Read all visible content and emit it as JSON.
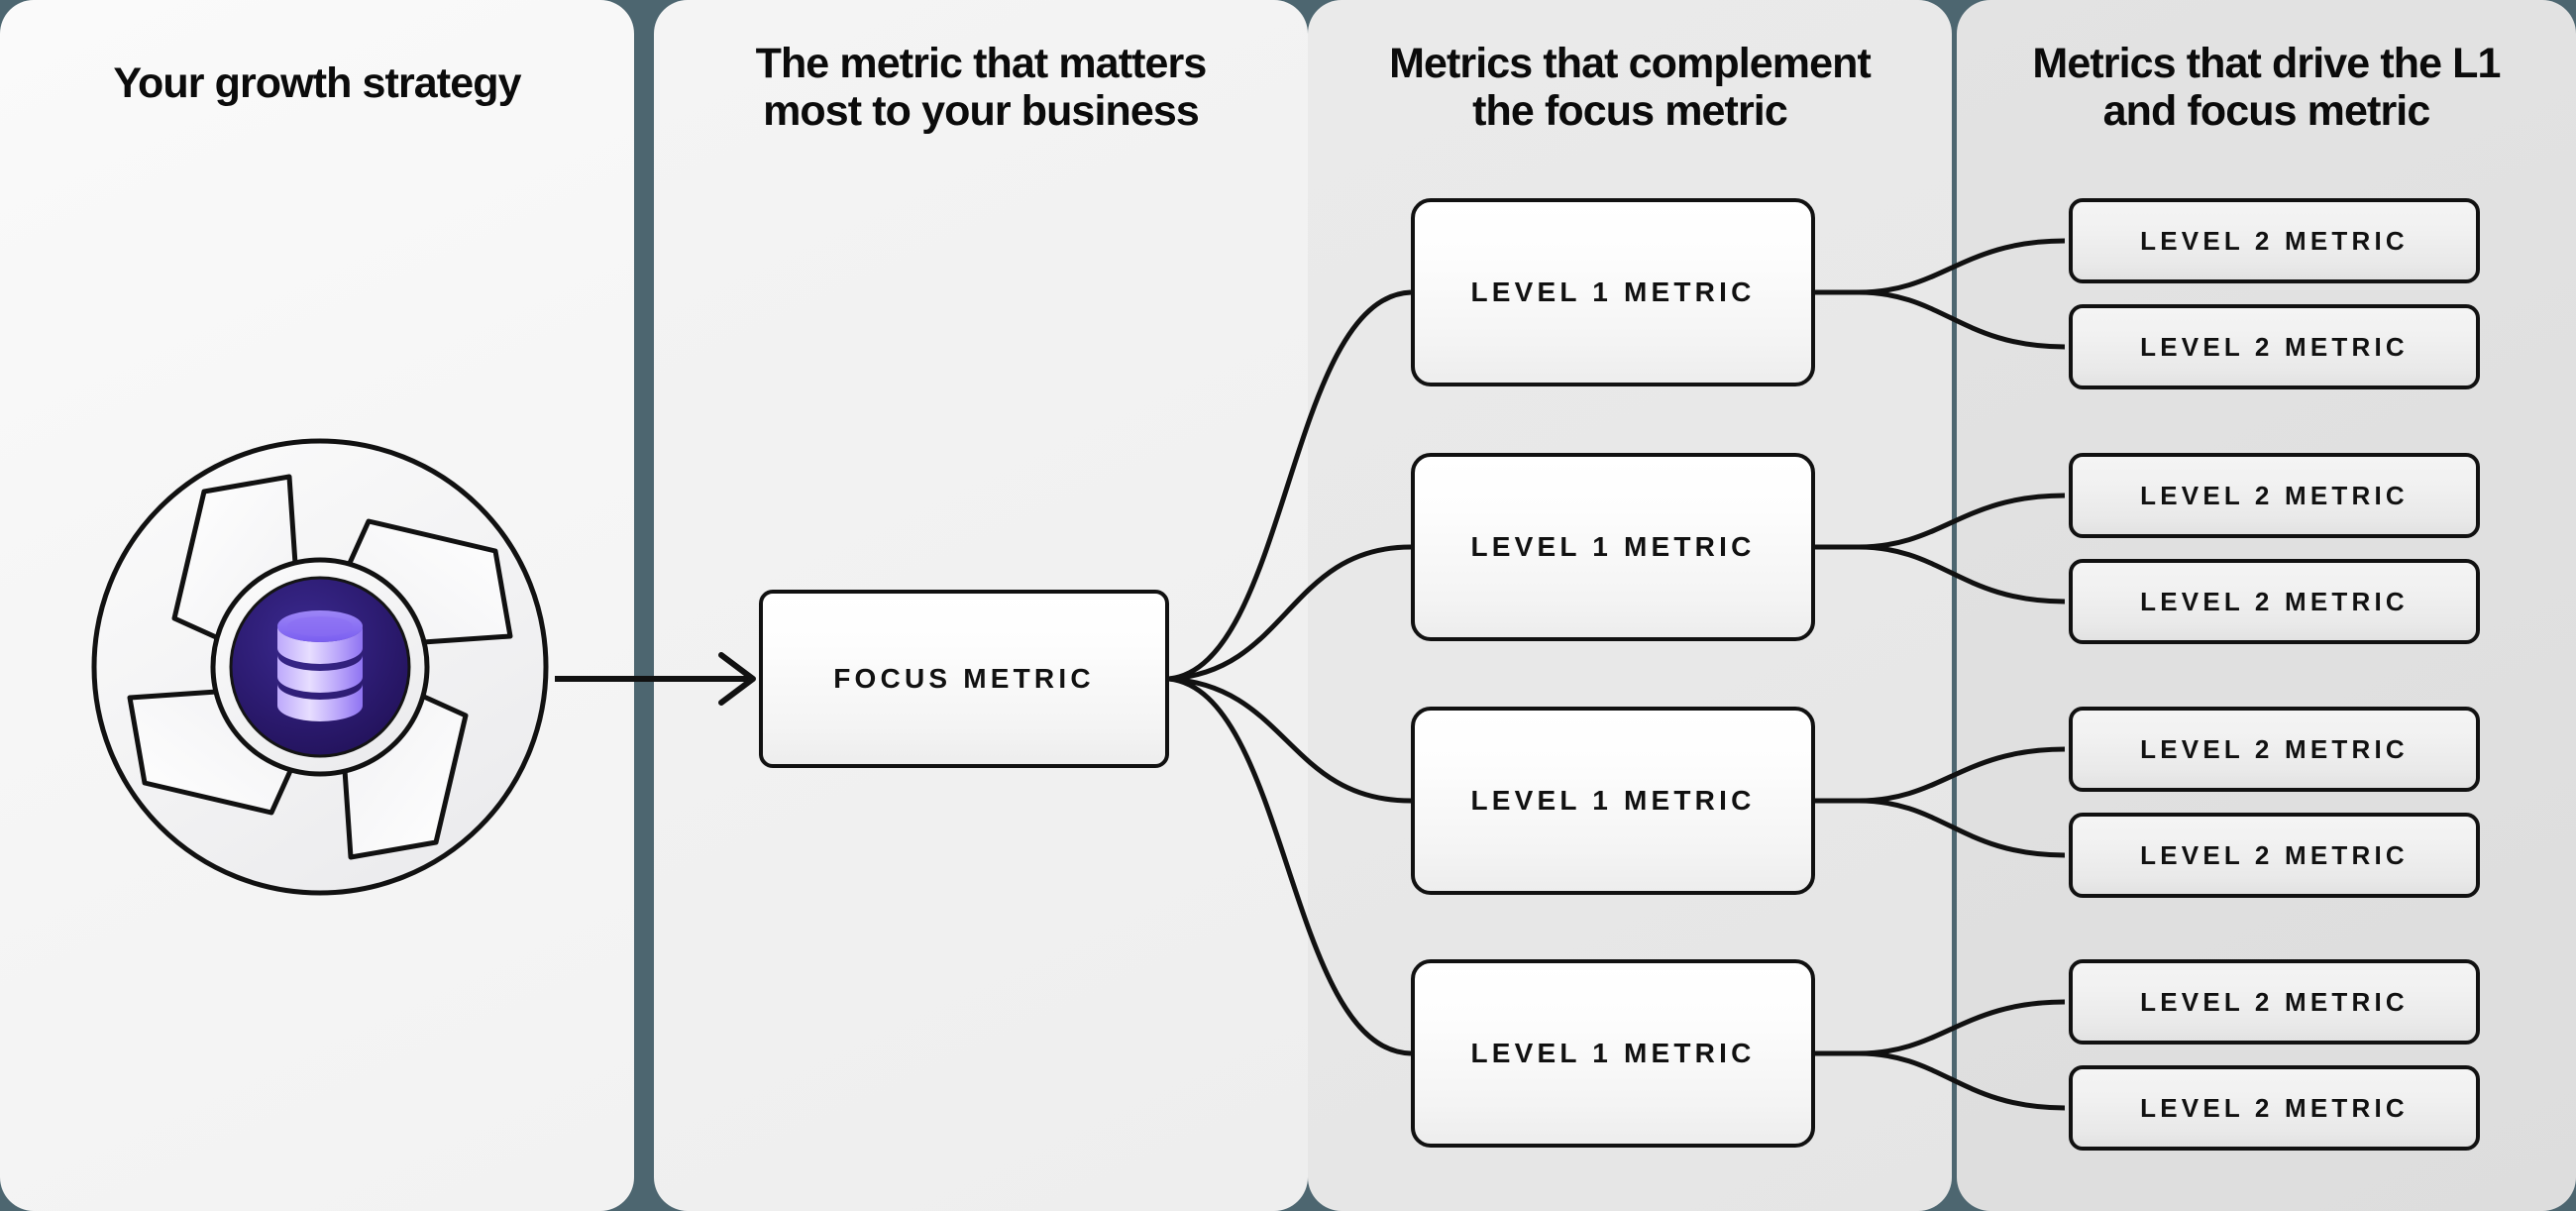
{
  "theme": {
    "divider_color": "#4d6670",
    "panel1_bg": "#f7f7f7",
    "panel2_bg": "#f1f1f1",
    "panel3_bg": "#e8e8e8",
    "panel4_bg": "#e0e0e0",
    "node_border": "#111111",
    "text_color": "#0b0b0b",
    "logo_inner_circle": "#2b1a6e",
    "logo_icon_color": "#a78bfa",
    "logo_blade_fill": "#fbfbfb"
  },
  "columns": [
    {
      "id": "growth-strategy",
      "heading": "Your growth strategy"
    },
    {
      "id": "focus-metric",
      "heading": "The metric that matters\nmost to your business"
    },
    {
      "id": "level-1-metrics",
      "heading": "Metrics that complement\nthe focus metric"
    },
    {
      "id": "level-2-metrics",
      "heading": "Metrics that drive the L1\nand focus metric"
    }
  ],
  "logo": {
    "name": "aperture-database-logo",
    "alt": "Circular aperture shutter with database icon at center"
  },
  "focus_node": {
    "label": "FOCUS METRIC"
  },
  "level1_nodes": [
    {
      "label": "LEVEL 1 METRIC"
    },
    {
      "label": "LEVEL 1 METRIC"
    },
    {
      "label": "LEVEL 1 METRIC"
    },
    {
      "label": "LEVEL 1 METRIC"
    }
  ],
  "level2_nodes": [
    {
      "label": "LEVEL 2 METRIC"
    },
    {
      "label": "LEVEL 2 METRIC"
    },
    {
      "label": "LEVEL 2 METRIC"
    },
    {
      "label": "LEVEL 2 METRIC"
    },
    {
      "label": "LEVEL 2 METRIC"
    },
    {
      "label": "LEVEL 2 METRIC"
    },
    {
      "label": "LEVEL 2 METRIC"
    },
    {
      "label": "LEVEL 2 METRIC"
    }
  ],
  "connectors": {
    "strategy_to_focus": "arrow-right",
    "focus_to_level1": "bezier-fan",
    "level1_to_level2": "bezier-split"
  }
}
